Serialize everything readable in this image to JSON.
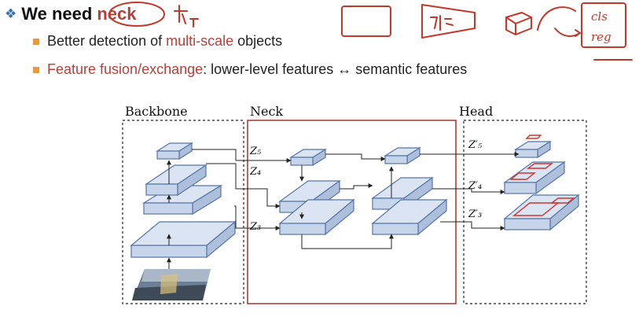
{
  "title": {
    "text": "We need",
    "accent": "neck"
  },
  "bullets": [
    {
      "plain_before": "Better detection of ",
      "accent": "multi-scale",
      "plain_after": " objects"
    },
    {
      "plain_before": "",
      "accent": "Feature fusion/exchange",
      "plain_after": ": lower-level features ↔ semantic features"
    }
  ],
  "diagram": {
    "sections": {
      "backbone": "Backbone",
      "neck": "Neck",
      "head": "Head"
    },
    "z_labels": {
      "z5": "Z₅",
      "z4": "Z₄",
      "z3": "Z₃",
      "z5p": "Z′₅",
      "z4p": "Z′₄",
      "z3p": "Z′₃"
    }
  },
  "annotations": {
    "label_cls": "cls",
    "label_reg": "reg"
  },
  "colors": {
    "accent_red": "#b5403a",
    "bullet_orange": "#e89b3b",
    "layer_fill": "#c7d5ea",
    "layer_stroke": "#5575a8",
    "neck_border": "#a8403c"
  }
}
